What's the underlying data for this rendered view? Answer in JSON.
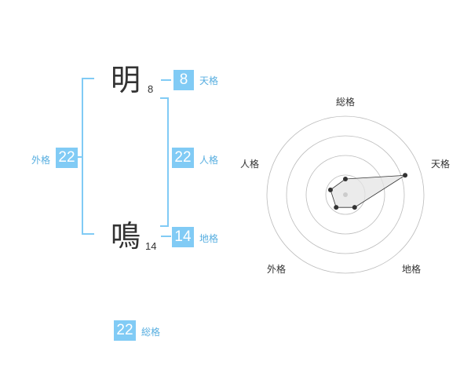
{
  "name": {
    "chars": [
      {
        "char": "明",
        "strokes": "8"
      },
      {
        "char": "鳴",
        "strokes": "14"
      }
    ]
  },
  "fortune": {
    "tenkaku": {
      "value": "8",
      "label": "天格"
    },
    "jinkaku": {
      "value": "22",
      "label": "人格"
    },
    "chikaku": {
      "value": "14",
      "label": "地格"
    },
    "gaikaku": {
      "value": "22",
      "label": "外格"
    },
    "soukaku": {
      "value": "22",
      "label": "総格"
    }
  },
  "radar": {
    "axes": [
      "総格",
      "天格",
      "地格",
      "外格",
      "人格"
    ],
    "levels": 4,
    "values": [
      1.0,
      4.0,
      1.0,
      1.0,
      1.0
    ],
    "max": 5,
    "colors": {
      "grid": "#bbbbbb",
      "line": "#333333",
      "fill": "#e4e4e4",
      "point": "#333333"
    }
  },
  "colors": {
    "accent": "#81cbf5",
    "accent_text": "#57aee0"
  }
}
